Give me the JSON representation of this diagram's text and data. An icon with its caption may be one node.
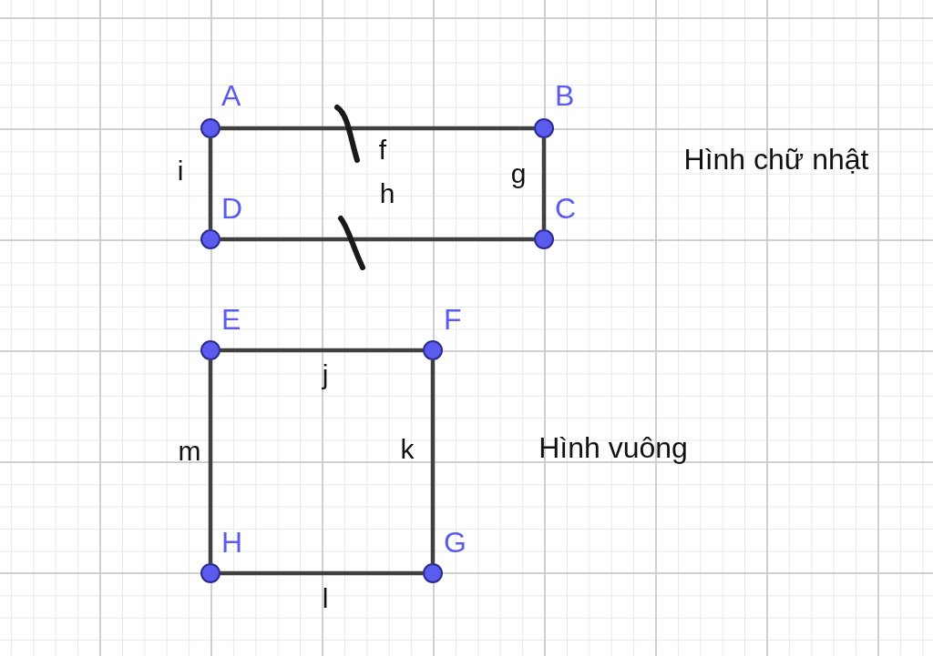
{
  "diagram": {
    "nodes": [
      {
        "text": [],
        "shape": "circle",
        "beside": [
          "A"
        ]
      },
      {
        "text": [],
        "shape": "circle",
        "beside": [
          "B"
        ]
      },
      {
        "text": [],
        "shape": "circle",
        "beside": [
          "C"
        ]
      },
      {
        "text": [],
        "shape": "circle",
        "beside": [
          "D"
        ]
      },
      {
        "text": [],
        "shape": "circle",
        "beside": [
          "E"
        ]
      },
      {
        "text": [],
        "shape": "circle",
        "beside": [
          "F"
        ]
      },
      {
        "text": [],
        "shape": "circle",
        "beside": [
          "G"
        ]
      },
      {
        "text": [],
        "shape": "circle",
        "beside": [
          "H"
        ]
      }
    ],
    "edges": [
      {
        "from": 0,
        "to": 1,
        "arrow": "none",
        "label": "f"
      },
      {
        "from": 3,
        "to": 2,
        "arrow": "none",
        "label": "h"
      },
      {
        "from": 0,
        "to": 3,
        "arrow": "none",
        "label": "i"
      },
      {
        "from": 1,
        "to": 2,
        "arrow": "none",
        "label": "g"
      },
      {
        "from": 4,
        "to": 5,
        "arrow": "none",
        "label": "j"
      },
      {
        "from": 5,
        "to": 6,
        "arrow": "none",
        "label": "k"
      },
      {
        "from": 6,
        "to": 7,
        "arrow": "none",
        "label": "l"
      },
      {
        "from": 4,
        "to": 7,
        "arrow": "none",
        "label": "m"
      }
    ],
    "labels": [
      "Hình chữ nhật",
      "Hình vuông"
    ]
  }
}
